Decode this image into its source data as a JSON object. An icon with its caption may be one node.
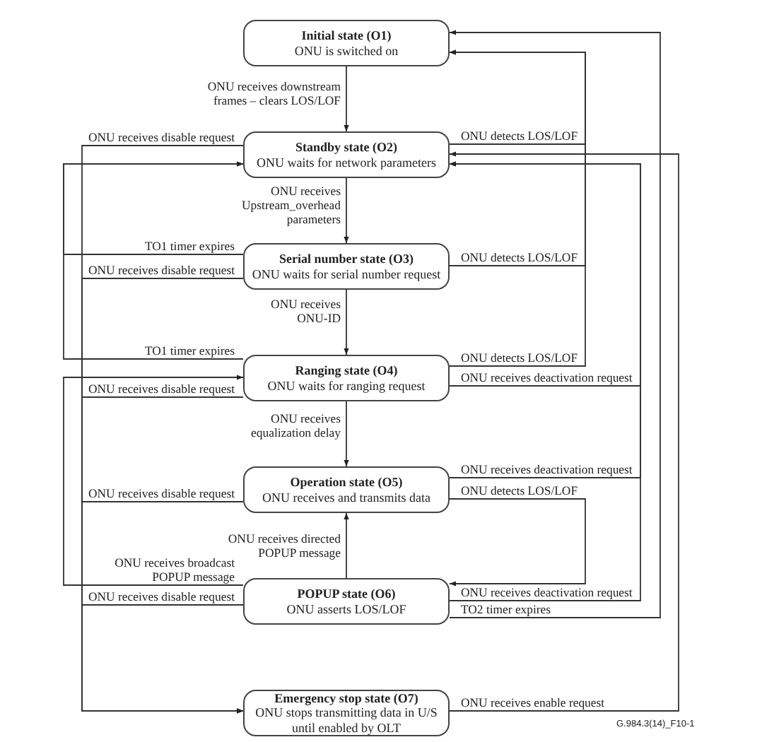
{
  "diagram": {
    "nodes": [
      {
        "text": [
          "Initial state (O1)",
          "ONU is switched on"
        ]
      },
      {
        "text": [
          "Standby state (O2)",
          "ONU waits for network parameters"
        ]
      },
      {
        "text": [
          "Serial number state (O3)",
          "ONU waits for serial number request"
        ]
      },
      {
        "text": [
          "Ranging state (O4)",
          "ONU waits for ranging request"
        ]
      },
      {
        "text": [
          "Operation state (O5)",
          "ONU receives and transmits data"
        ]
      },
      {
        "text": [
          "POPUP state (O6)",
          "ONU asserts LOS/LOF"
        ]
      },
      {
        "text": [
          "Emergency stop state (O7)",
          "ONU stops transmitting data in U/S until enabled by OLT"
        ]
      }
    ],
    "edges": [
      {
        "from": 0,
        "to": 1,
        "arrow": "to",
        "label": "ONU receives downstream frames – clears LOS/LOF"
      },
      {
        "from": 1,
        "to": 2,
        "arrow": "to",
        "label": "ONU receives Upstream_overhead parameters"
      },
      {
        "from": 2,
        "to": 3,
        "arrow": "to",
        "label": "ONU receives ONU-ID"
      },
      {
        "from": 3,
        "to": 4,
        "arrow": "to",
        "label": "ONU receives equalization delay"
      },
      {
        "from": 5,
        "to": 4,
        "arrow": "to",
        "label": "ONU receives directed POPUP message"
      },
      {
        "from": 1,
        "to": 6,
        "arrow": "to",
        "label": "ONU receives disable request"
      },
      {
        "from": 2,
        "to": 1,
        "arrow": "to",
        "label": "TO1 timer expires"
      },
      {
        "from": 2,
        "to": 6,
        "arrow": "to",
        "label": "ONU receives disable request"
      },
      {
        "from": 3,
        "to": 1,
        "arrow": "to",
        "label": "TO1 timer expires"
      },
      {
        "from": 3,
        "to": 6,
        "arrow": "to",
        "label": "ONU receives disable request"
      },
      {
        "from": 4,
        "to": 6,
        "arrow": "to",
        "label": "ONU receives disable request"
      },
      {
        "from": 5,
        "to": 3,
        "arrow": "to",
        "label": "ONU receives broadcast POPUP message"
      },
      {
        "from": 5,
        "to": 6,
        "arrow": "to",
        "label": "ONU receives disable request"
      },
      {
        "from": 1,
        "to": 0,
        "arrow": "to",
        "label": "ONU detects LOS/LOF"
      },
      {
        "from": 2,
        "to": 0,
        "arrow": "to",
        "label": "ONU detects LOS/LOF"
      },
      {
        "from": 3,
        "to": 0,
        "arrow": "to",
        "label": "ONU detects LOS/LOF"
      },
      {
        "from": 3,
        "to": 1,
        "arrow": "to",
        "label": "ONU receives deactivation request"
      },
      {
        "from": 4,
        "to": 1,
        "arrow": "to",
        "label": "ONU receives deactivation request"
      },
      {
        "from": 4,
        "to": 5,
        "arrow": "to",
        "label": "ONU detects LOS/LOF"
      },
      {
        "from": 5,
        "to": 1,
        "arrow": "to",
        "label": "ONU receives deactivation request"
      },
      {
        "from": 5,
        "to": 0,
        "arrow": "to",
        "label": "TO2 timer expires"
      },
      {
        "from": 6,
        "to": 1,
        "arrow": "to",
        "label": "ONU receives enable request"
      }
    ],
    "labels": [
      "G.984.3(14)_F10-1"
    ]
  }
}
